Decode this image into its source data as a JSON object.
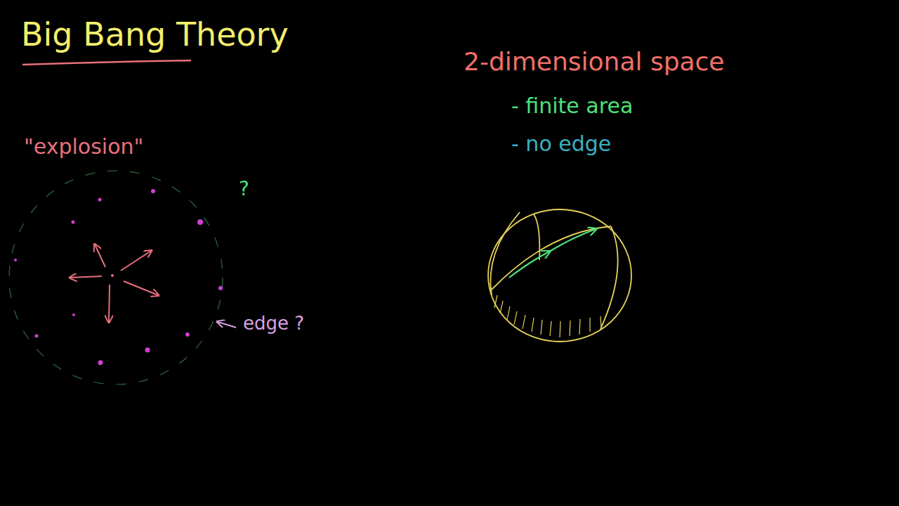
{
  "diagram": {
    "title": "Big Bang Theory",
    "labels": [
      "\"explosion\"",
      "?",
      "edge ?",
      "2-dimensional space",
      "- finite area",
      "- no edge"
    ]
  }
}
